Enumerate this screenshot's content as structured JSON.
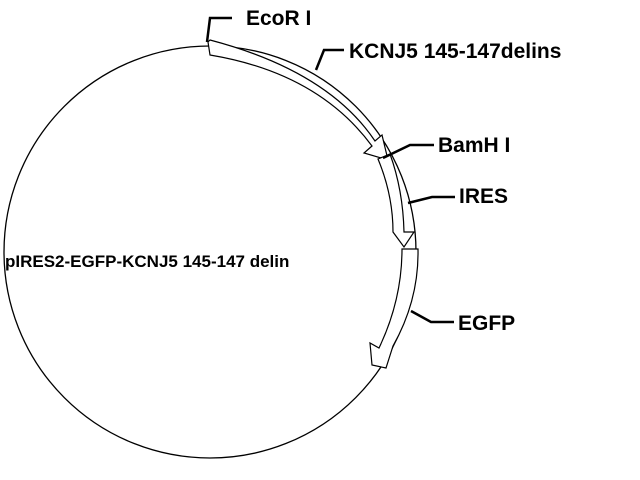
{
  "plasmid": {
    "name": "pIRES2-EGFP-KCNJ5 145-147 delin"
  },
  "sites": [
    {
      "label": "EcoR I"
    },
    {
      "label": "BamH I"
    }
  ],
  "features": [
    {
      "label": "KCNJ5 145-147delins"
    },
    {
      "label": "IRES"
    },
    {
      "label": "EGFP"
    }
  ],
  "colors": {
    "line": "#000000",
    "fill": "#ffffff"
  }
}
